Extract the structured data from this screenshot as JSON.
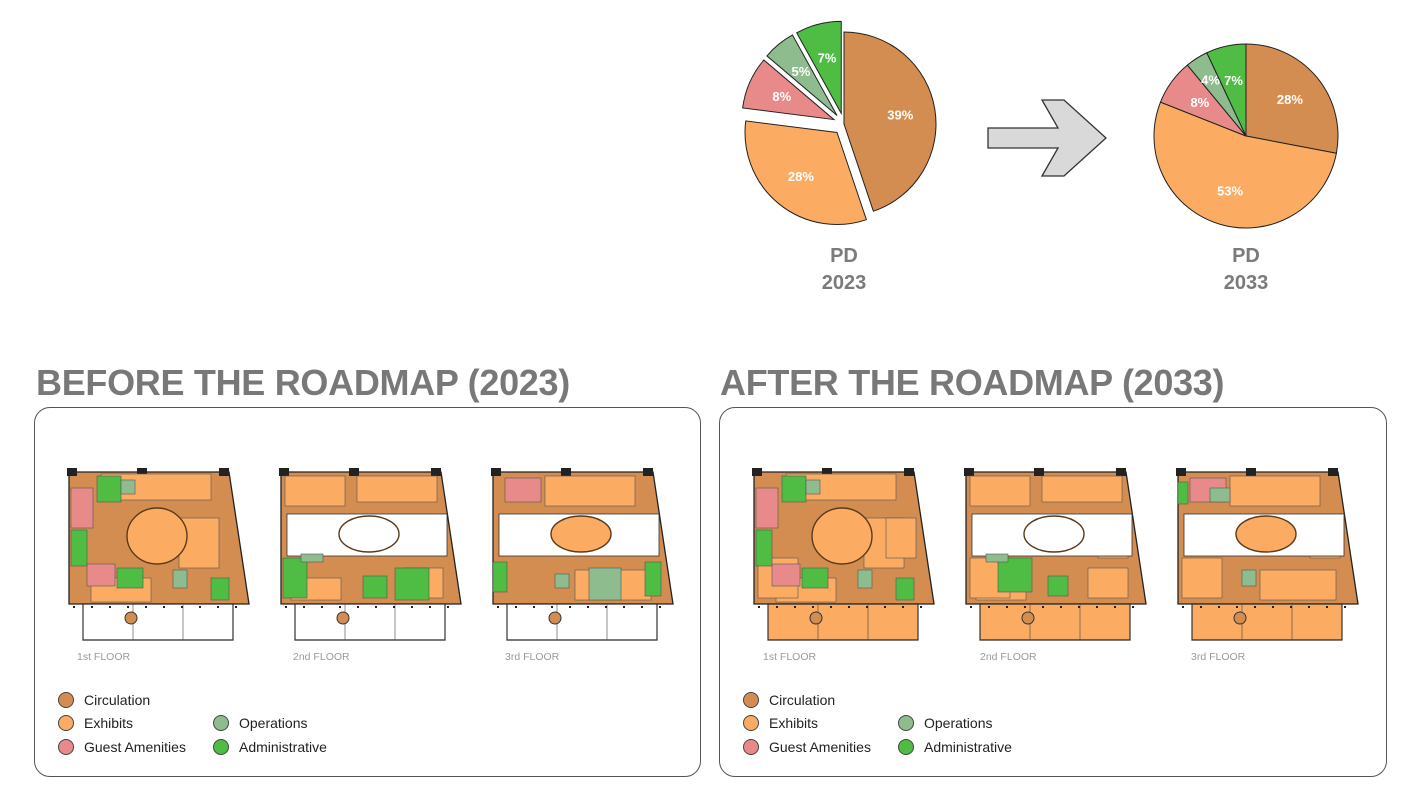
{
  "colors": {
    "circulation": "#d48d50",
    "exhibits": "#fbab62",
    "guest_amenities": "#e88a8a",
    "operations": "#8ebc8e",
    "administrative": "#4fbd43",
    "title_gray": "#787878",
    "arrow_fill": "#d9d9d9"
  },
  "chart_data": [
    {
      "type": "pie",
      "title": "PD 2023",
      "title_lines": [
        "PD",
        "2023"
      ],
      "categories": [
        "Circulation",
        "Exhibits",
        "Guest Amenities",
        "Operations",
        "Administrative"
      ],
      "values": [
        39,
        28,
        8,
        5,
        7
      ],
      "labels": [
        "39%",
        "28%",
        "8%",
        "5%",
        "7%"
      ],
      "exploded": [
        "Exhibits",
        "Guest Amenities",
        "Operations",
        "Administrative"
      ]
    },
    {
      "type": "pie",
      "title": "PD 2033",
      "title_lines": [
        "PD",
        "2033"
      ],
      "categories": [
        "Circulation",
        "Exhibits",
        "Guest Amenities",
        "Operations",
        "Administrative"
      ],
      "values": [
        28,
        53,
        8,
        4,
        7
      ],
      "labels": [
        "28%",
        "53%",
        "8%",
        "4%",
        "7%"
      ],
      "exploded": []
    }
  ],
  "sections": [
    {
      "title": "BEFORE THE ROADMAP (2023)",
      "floors": [
        "1st FLOOR",
        "2nd FLOOR",
        "3rd FLOOR"
      ]
    },
    {
      "title": "AFTER THE ROADMAP (2033)",
      "floors": [
        "1st FLOOR",
        "2nd FLOOR",
        "3rd FLOOR"
      ]
    }
  ],
  "legend": {
    "circulation": "Circulation",
    "exhibits": "Exhibits",
    "guest_amenities": "Guest Amenities",
    "operations": "Operations",
    "administrative": "Administrative"
  }
}
